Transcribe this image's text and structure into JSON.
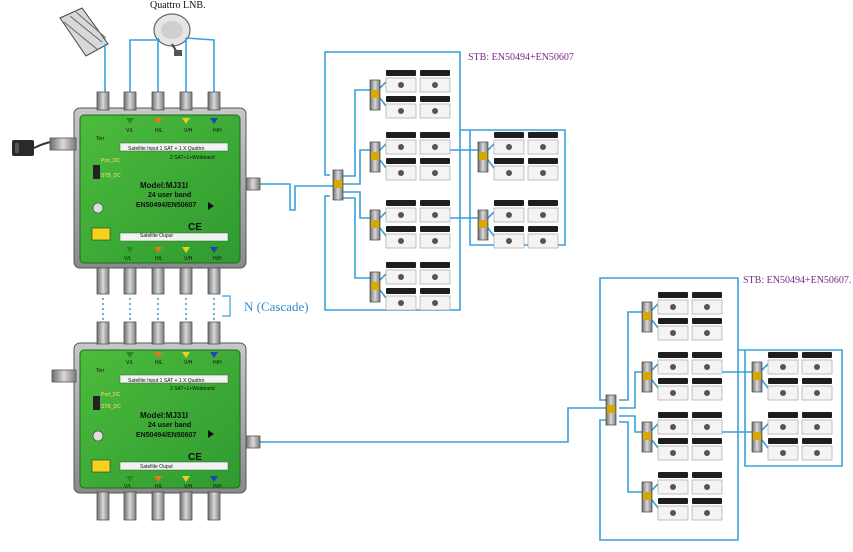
{
  "labels": {
    "lnb": "Quattro LNB.",
    "stb_top": "STB: EN50494+EN50607",
    "stb_bottom": "STB: EN50494+EN50607.",
    "cascade": "N (Cascade)"
  },
  "switch_top": {
    "model": "Model:MJ31I",
    "user_band": "24 user band",
    "standard": "EN50494/EN50607",
    "sat_input": "Satellite Input  1 SAT + 1 X Quattro",
    "sat_output_note": "2 SAT+1+Wideband",
    "satellite_output": "Satellite    Ouput",
    "port_dc": "Port_DC",
    "stb_dc": "STB_DC",
    "terr": "Terr",
    "in_labels": [
      "V/L",
      "H/L",
      "V/H",
      "H/H"
    ],
    "out_labels": [
      "V/L",
      "H/L",
      "V/H",
      "H/H"
    ],
    "ce": "CE"
  },
  "switch_bottom": {
    "model": "Model:MJ31I",
    "user_band": "24 user band",
    "standard": "EN50494/EN50607",
    "sat_input": "Satellite Input  1 SAT + 1 X Quattro",
    "sat_output_note": "2 SAT+1+Wideband",
    "satellite_output": "Satellite    Ouput",
    "port_dc": "Port_DC",
    "stb_dc": "STB_DC",
    "terr": "Terr",
    "in_labels": [
      "V/L",
      "H/L",
      "V/H",
      "H/H"
    ],
    "out_labels": [
      "V/L",
      "H/L",
      "V/H",
      "H/H"
    ],
    "ce": "CE"
  },
  "colors": {
    "cable": "#3aa0dc",
    "switch_green": "#3aa83a",
    "metal": "#a6a6a6",
    "vl": "#2a8a2a",
    "hl": "#e07a20",
    "vh": "#e8d020",
    "hh": "#2040c0"
  }
}
